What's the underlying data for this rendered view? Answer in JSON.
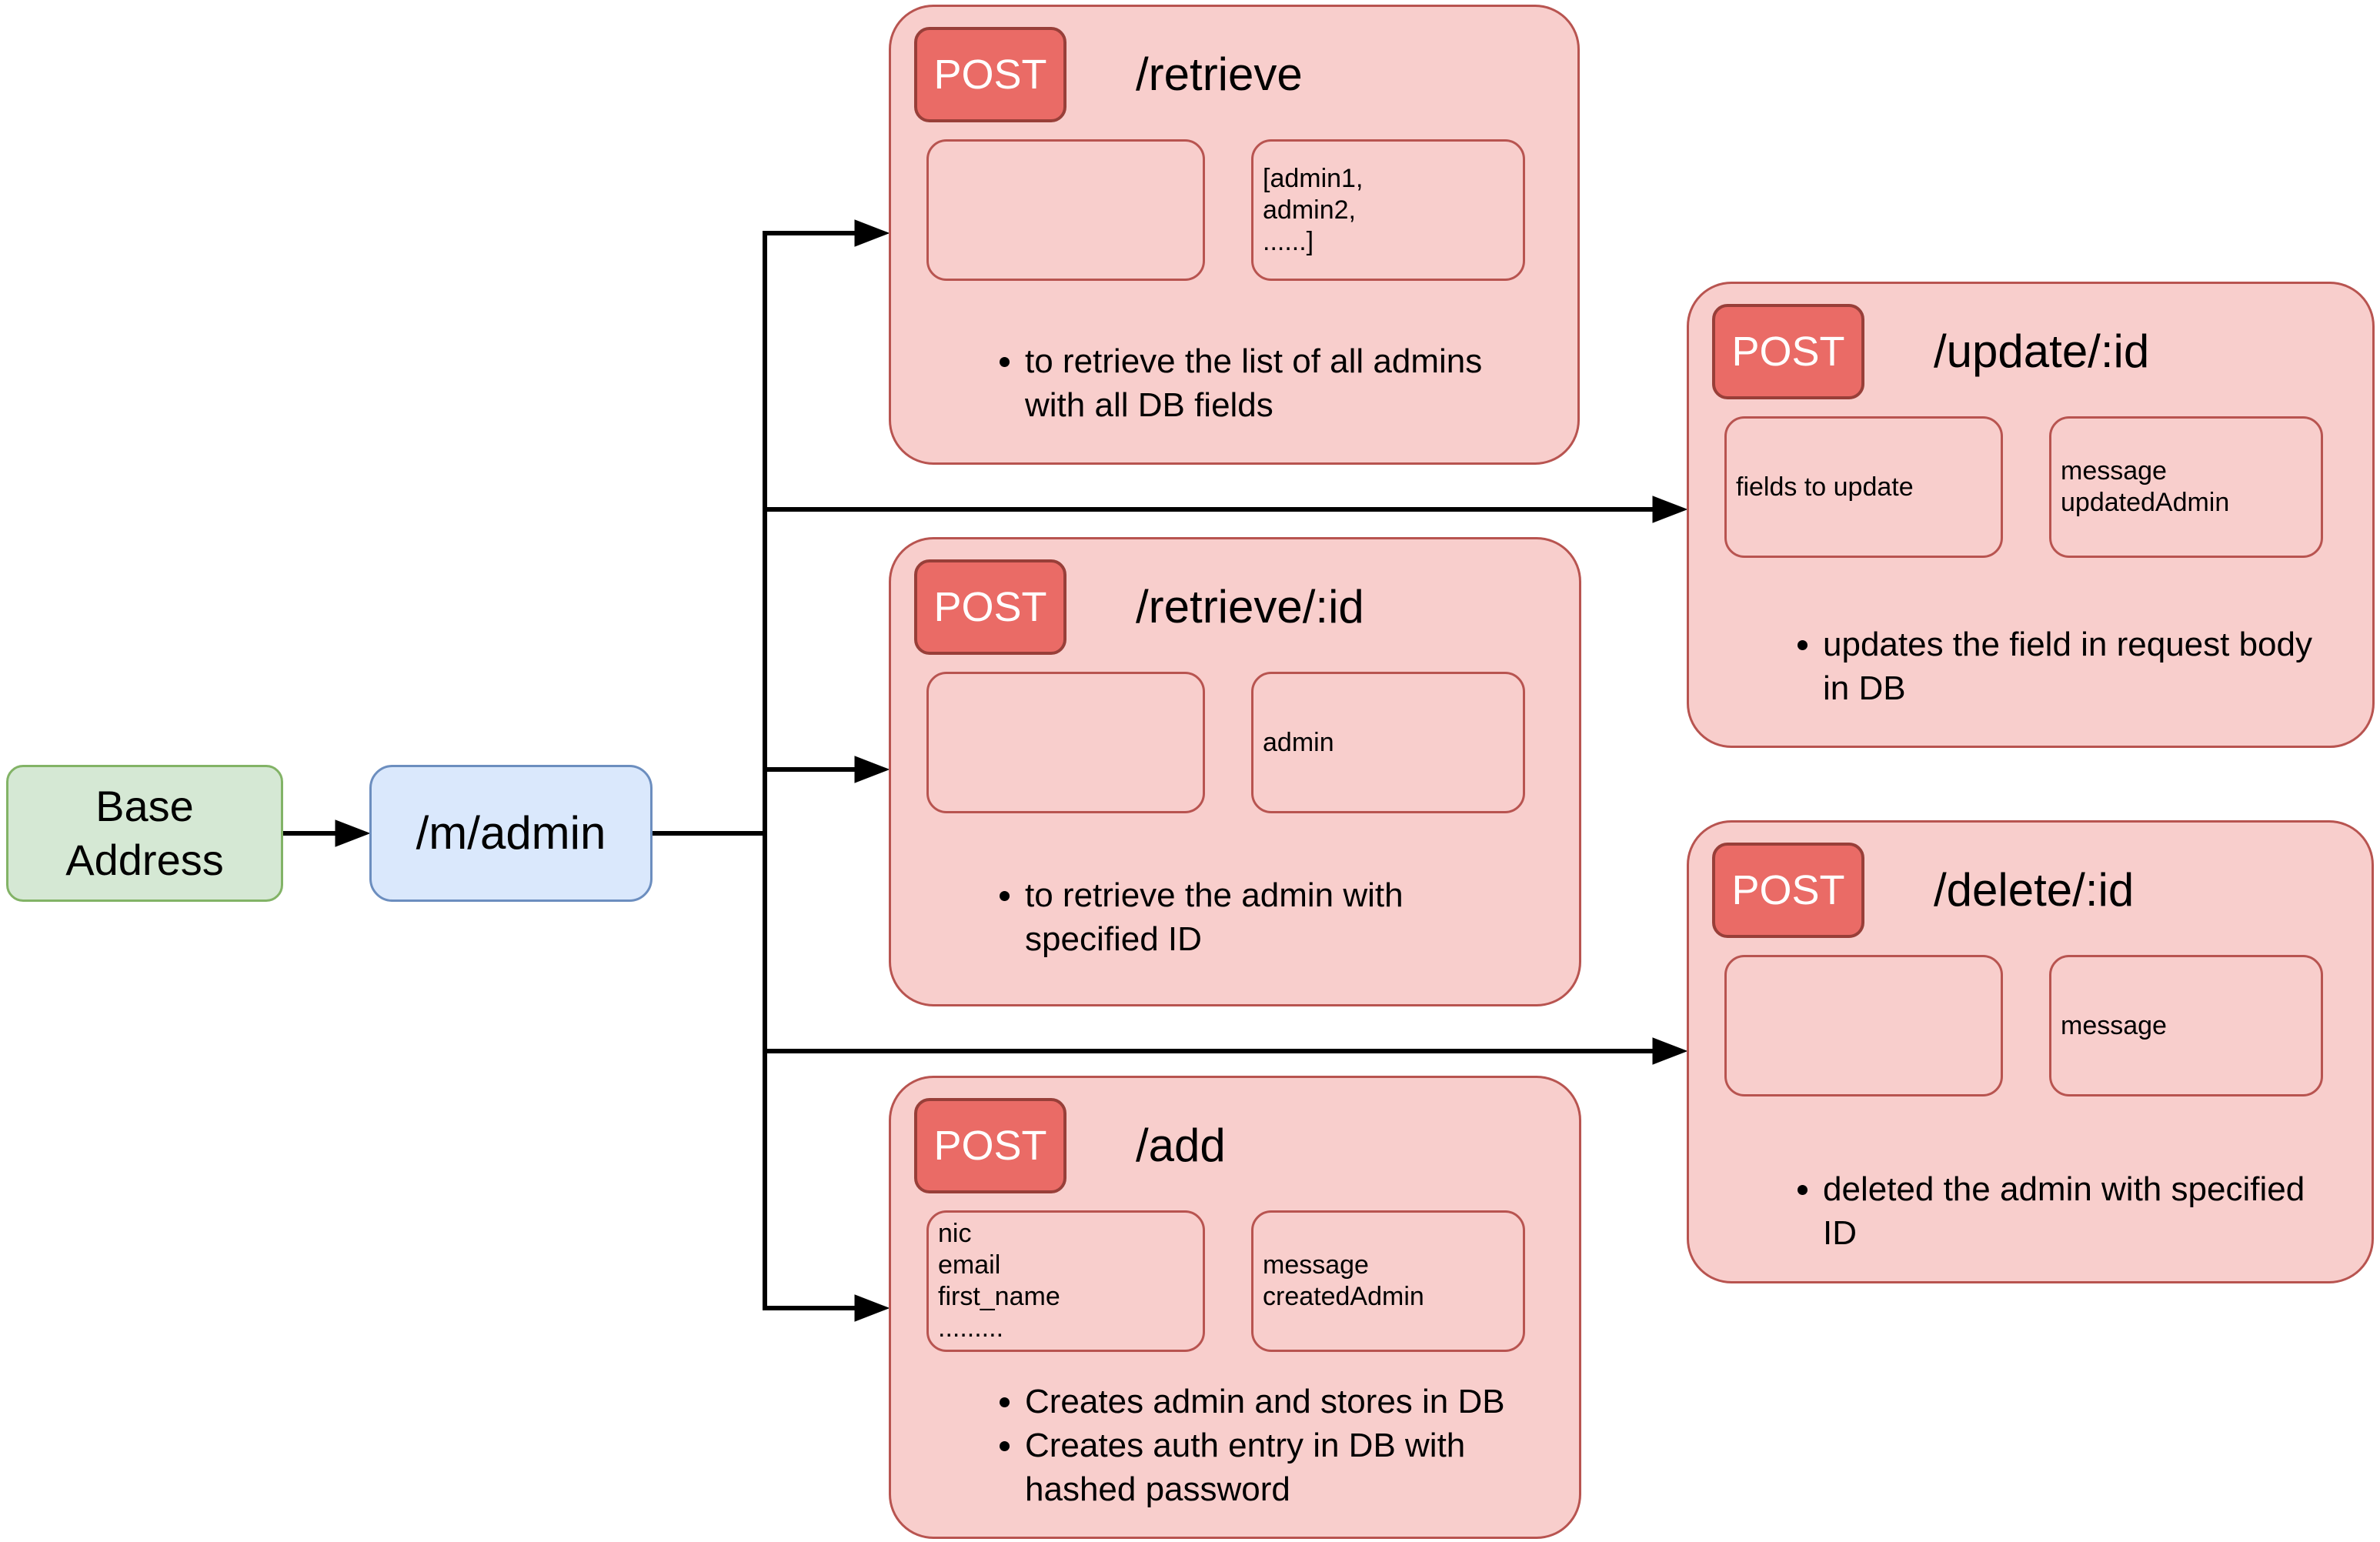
{
  "diagram": {
    "base_node": {
      "label": "Base\nAddress"
    },
    "admin_node": {
      "label": "/m/admin"
    },
    "cards": [
      {
        "method": "POST",
        "title": "/retrieve",
        "request": "",
        "response": "[admin1,\nadmin2,\n......]",
        "bullets": [
          "to retrieve the list of all admins with all DB fields"
        ]
      },
      {
        "method": "POST",
        "title": "/update/:id",
        "request": "fields to update",
        "response": "message\nupdatedAdmin",
        "bullets": [
          "updates the field in request body in DB"
        ]
      },
      {
        "method": "POST",
        "title": "/retrieve/:id",
        "request": "",
        "response": "admin",
        "bullets": [
          "to retrieve the admin with specified ID"
        ]
      },
      {
        "method": "POST",
        "title": "/delete/:id",
        "request": "",
        "response": "message",
        "bullets": [
          "deleted the admin with specified ID"
        ]
      },
      {
        "method": "POST",
        "title": "/add",
        "request": "nic\nemail\nfirst_name\n.........",
        "response": "message\ncreatedAdmin",
        "bullets": [
          "Creates admin and stores in DB",
          "Creates auth entry in DB with hashed password"
        ]
      }
    ]
  },
  "colors": {
    "endpoint_card_fill": "#f8cecc",
    "endpoint_card_stroke": "#b85450",
    "method_badge_fill": "#ea6b66",
    "method_badge_stroke": "#983f39",
    "base_node_fill": "#d5e8d4",
    "base_node_stroke": "#82b366",
    "admin_node_fill": "#dae8fc",
    "admin_node_stroke": "#6c8ebf",
    "connector": "#000000"
  }
}
